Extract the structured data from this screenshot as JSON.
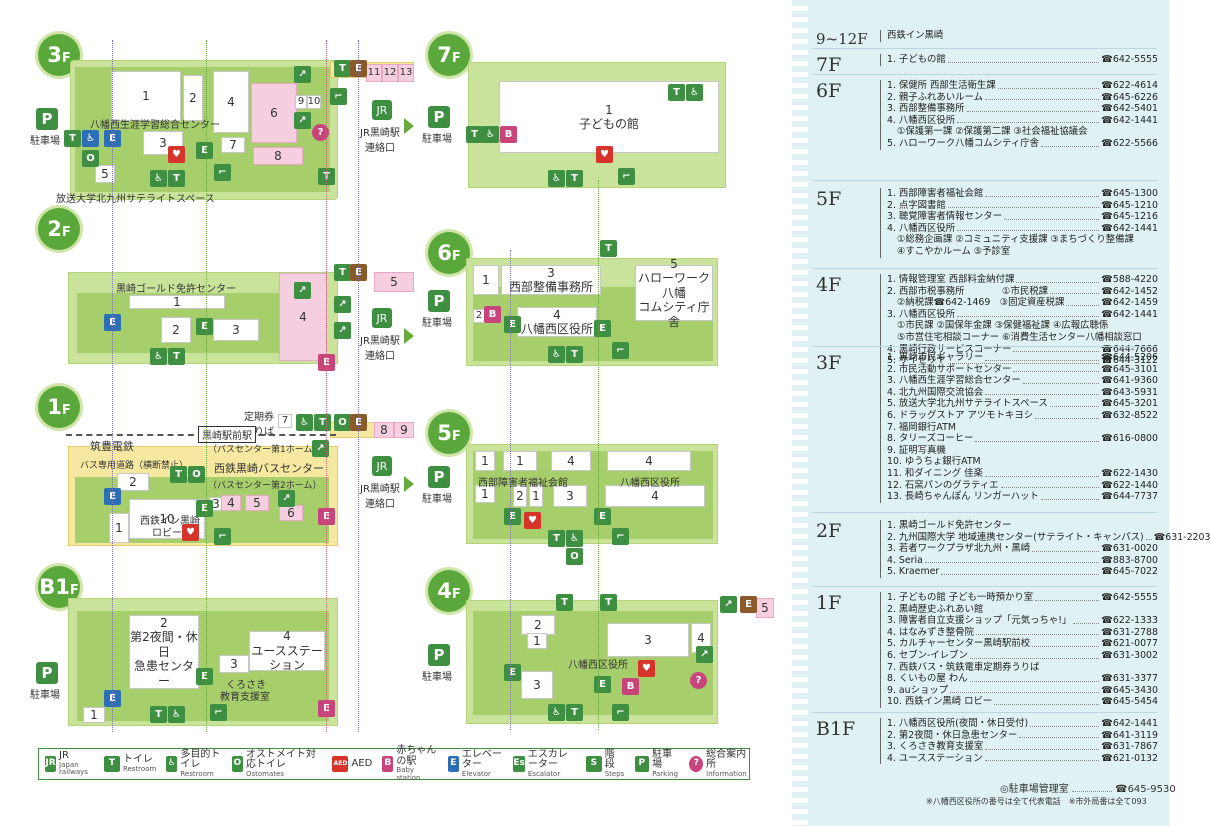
{
  "colors": {
    "green": "#5aa83c",
    "light_green": "#c9e39a",
    "pink": "#f5cfe0",
    "directory_bg": "#dff1f3"
  },
  "floors_left": {
    "f3": {
      "badge_main": "3",
      "badge_sub": "F",
      "rooms": [
        "1",
        "2",
        "4",
        "6",
        "9",
        "10",
        "3",
        "7",
        "8",
        "11",
        "12",
        "13",
        "5"
      ],
      "labels": {
        "center": "八幡西生涯学習総合センター",
        "satellite": "放送大学北九州サテライトスペース",
        "parking": "駐車場",
        "jr": "JR黒崎駅\n連絡口"
      }
    },
    "f2": {
      "badge_main": "2",
      "badge_sub": "F",
      "rooms": [
        "1",
        "3",
        "4",
        "2",
        "5"
      ],
      "labels": {
        "gold": "黒崎ゴールド免許センター",
        "jr": "JR黒崎駅\n連絡口"
      }
    },
    "f1": {
      "badge_main": "1",
      "badge_sub": "F",
      "rooms": [
        "2",
        "10",
        "1",
        "3",
        "4",
        "5",
        "6",
        "7",
        "8",
        "9"
      ],
      "labels": {
        "teiki": "定期券\nうりば",
        "station": "黒崎駅前駅",
        "rail": "筑豊電鉄",
        "bus_home1": "（バスセンター第1ホーム）",
        "bus_road": "バス専用道路（横断禁止）",
        "bus_center": "西鉄黒崎バスセンター",
        "bus_home2": "（バスセンター第2ホーム）",
        "inn_lobby_a": "西鉄イン黒崎",
        "inn_lobby_b": "ロビー",
        "jr": "JR黒崎駅\n連絡口"
      }
    },
    "b1f": {
      "badge_main": "B1",
      "badge_sub": "F",
      "rooms": [
        "2",
        "3",
        "4",
        "1"
      ],
      "labels": {
        "emergency_a": "第2夜間・休日",
        "emergency_b": "急患センター",
        "youth": "ユースステーション",
        "kurosaki_a": "くろさき",
        "kurosaki_b": "教育支援室",
        "parking": "駐車場"
      }
    }
  },
  "floors_right": {
    "f7": {
      "badge_main": "7",
      "badge_sub": "F",
      "room_num": "1",
      "room_name": "子どもの館",
      "parking": "駐車場"
    },
    "f6": {
      "badge_main": "6",
      "badge_sub": "F",
      "rooms": [
        "1",
        "3",
        "5",
        "2",
        "4"
      ],
      "labels": {
        "r3": "西部整備事務所",
        "r5a": "ハローワーク八幡",
        "r5b": "コムシティ庁舎",
        "r4": "八幡西区役所",
        "parking": "駐車場"
      }
    },
    "f5": {
      "badge_main": "5",
      "badge_sub": "F",
      "rooms": [
        "1",
        "1",
        "4",
        "4",
        "1",
        "2",
        "1",
        "3",
        "4",
        "1"
      ],
      "labels": {
        "r1": "西部障害者福祉会館",
        "r4": "八幡西区役所",
        "parking": "駐車場"
      }
    },
    "f4": {
      "badge_main": "4",
      "badge_sub": "F",
      "rooms": [
        "2",
        "1",
        "3",
        "4",
        "3",
        "5"
      ],
      "labels": {
        "r1": "八幡西区役所",
        "parking": "駐車場"
      }
    }
  },
  "legend": [
    {
      "icon": "JR",
      "label": "JR",
      "sub": "Japan railways"
    },
    {
      "icon": "T",
      "label": "トイレ",
      "sub": "Restroom"
    },
    {
      "icon": "♿",
      "label": "多目的トイレ",
      "sub": "Restroom"
    },
    {
      "icon": "O",
      "label": "オストメイト対応トイレ",
      "sub": "Ostomates"
    },
    {
      "icon": "AED",
      "label": "AED",
      "sub": ""
    },
    {
      "icon": "B",
      "label": "赤ちゃんの駅",
      "sub": "Baby station"
    },
    {
      "icon": "E",
      "label": "エレベーター",
      "sub": "Elevator"
    },
    {
      "icon": "Es",
      "label": "エスカレーター",
      "sub": "Escalator"
    },
    {
      "icon": "S",
      "label": "階段",
      "sub": "Steps"
    },
    {
      "icon": "P",
      "label": "駐車場",
      "sub": "Parking"
    },
    {
      "icon": "?",
      "label": "総合案内所",
      "sub": "Information"
    }
  ],
  "directory": [
    {
      "floor": "9~12F",
      "rows": [
        {
          "t": "西鉄イン黒崎",
          "p": ""
        }
      ]
    },
    {
      "floor": "7F",
      "rows": [
        {
          "t": "1. 子どもの館",
          "p": "☎642-5555"
        }
      ]
    },
    {
      "floor": "6F",
      "rows": [
        {
          "t": "1. 保健所 西部生活衛生課",
          "p": "☎622-4614"
        },
        {
          "t": "2. 親子ふれあいルーム",
          "p": "☎645-6226"
        },
        {
          "t": "3. 西部整備事務所",
          "p": "☎642-5401"
        },
        {
          "t": "4. 八幡西区役所",
          "p": "☎642-1441"
        },
        {
          "t": "①保護第一課 ②保護第二課 ③社会福祉協議会",
          "p": "",
          "sub": true
        },
        {
          "t": "5. ハローワーク八幡コムシティ庁舎",
          "p": "☎622-5566"
        }
      ]
    },
    {
      "floor": "5F",
      "rows": [
        {
          "t": "1. 西部障害者福祉会館",
          "p": "☎645-1300"
        },
        {
          "t": "2. 点字図書館",
          "p": "☎645-1210"
        },
        {
          "t": "3. 聴覚障害者情報センター",
          "p": "☎645-1216"
        },
        {
          "t": "4. 八幡西区役所",
          "p": "☎642-1441"
        },
        {
          "t": "①総務企画課 ②コミュニティ支援課 ③まちづくり整備課",
          "p": "",
          "sub": true
        },
        {
          "t": "④すこやかルーム ⑤予診室",
          "p": "",
          "sub": true
        }
      ]
    },
    {
      "floor": "4F",
      "rows": [
        {
          "t": "1. 情報管理室 西部料金納付課",
          "p": "☎588-4220"
        },
        {
          "t": "2. 西部市税事務所　　　　①市民税課",
          "p": "☎642-1452"
        },
        {
          "t": "②納税課☎642-1469　③固定資産税課",
          "p": "☎642-1459",
          "sub": true
        },
        {
          "t": "3. 八幡西区役所",
          "p": "☎642-1441"
        },
        {
          "t": "①市民課 ②国保年金課 ③保健福祉課 ④広報広聴係",
          "p": "",
          "sub": true
        },
        {
          "t": "⑤市営住宅相談コーナー ⑥消費生活センター八幡相談窓口",
          "p": "",
          "sub": true
        },
        {
          "t": "4. 黒崎行政サービスコーナー",
          "p": "☎644-7666"
        },
        {
          "t": "5. サイゼリヤ",
          "p": "☎644-3122"
        }
      ]
    },
    {
      "floor": "3F",
      "rows": [
        {
          "t": "1. 黒崎市民ギャラリー",
          "p": "☎644-5206"
        },
        {
          "t": "2. 市民活動サポートセンター",
          "p": "☎645-3101"
        },
        {
          "t": "3. 八幡西生涯学習総合センター",
          "p": "☎641-9360"
        },
        {
          "t": "4. 北九州国際交流協会",
          "p": "☎643-5931"
        },
        {
          "t": "5. 放送大学北九州サテライトスペース",
          "p": "☎645-3201"
        },
        {
          "t": "6. ドラッグストア アツモトキヨシ",
          "p": "☎632-8522"
        },
        {
          "t": "7. 福岡銀行ATM",
          "p": ""
        },
        {
          "t": "8. タリーズコーヒー",
          "p": "☎616-0800"
        },
        {
          "t": "9. 証明写真機",
          "p": ""
        },
        {
          "t": "10. ゆうちょ銀行ATM",
          "p": ""
        },
        {
          "t": "11. 和ダイニング 佳楽",
          "p": "☎622-1430"
        },
        {
          "t": "12. 石窯パンのグラティエ",
          "p": "☎622-1440"
        },
        {
          "t": "13. 長崎ちゃんぽん リンガーハット",
          "p": "☎644-7737"
        }
      ]
    },
    {
      "floor": "2F",
      "rows": [
        {
          "t": "1. 黒崎ゴールド免許センター",
          "p": ""
        },
        {
          "t": "2. 九州国際大学 地域連携センター(サテライト・キャンパス)",
          "p": "☎631-2203"
        },
        {
          "t": "3. 若者ワークプラザ北九州・黒崎",
          "p": "☎631-0020"
        },
        {
          "t": "4. Seria",
          "p": "☎883-8700"
        },
        {
          "t": "5. Kraemer",
          "p": "☎645-7022"
        }
      ]
    },
    {
      "floor": "1F",
      "rows": [
        {
          "t": "1. 子どもの館 子ども一時預かり室",
          "p": "☎642-5555"
        },
        {
          "t": "2. 黒崎歴史ふれあい館",
          "p": ""
        },
        {
          "t": "3. 障害者自立支援ショップ「元気っちゃ!」",
          "p": "☎622-1333"
        },
        {
          "t": "4. はなみずき整骨院",
          "p": "☎631-2788"
        },
        {
          "t": "5. カルチャーセンター黒崎駅前校",
          "p": "☎621-0077"
        },
        {
          "t": "6. セブン-イレブン",
          "p": "☎631-3002"
        },
        {
          "t": "7. 西鉄バス・筑鉄電車定期券うりば",
          "p": ""
        },
        {
          "t": "8. くいもの屋 わん",
          "p": "☎631-3377"
        },
        {
          "t": "9. auショップ",
          "p": "☎645-3430"
        },
        {
          "t": "10. 西鉄イン黒崎 ロビー",
          "p": "☎645-5454"
        }
      ]
    },
    {
      "floor": "B1F",
      "rows": [
        {
          "t": "1. 八幡西区役所(夜間・休日受付)",
          "p": "☎642-1441"
        },
        {
          "t": "2. 第2夜間・休日急患センター",
          "p": "☎641-3119"
        },
        {
          "t": "3. くろさき教育支援室",
          "p": "☎631-7867"
        },
        {
          "t": "4. ユースステーション",
          "p": "☎621-0132"
        }
      ]
    }
  ],
  "footer": {
    "parking_office": "◎駐車場管理室",
    "parking_phone": "☎645-9530",
    "note": "※八幡西区役所の番号は全て代表電話　※市外局番は全て093"
  }
}
